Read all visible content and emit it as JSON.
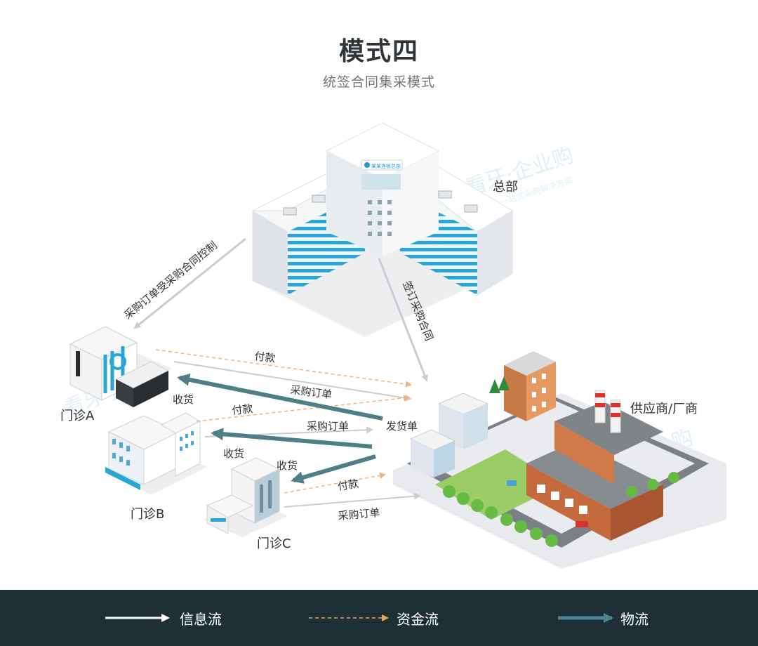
{
  "title": "模式四",
  "subtitle": "统签合同集采模式",
  "watermark": {
    "brand": "看牙·企业购",
    "tagline": "一站式采购解决方案"
  },
  "nodes": {
    "hq": {
      "label": "总部",
      "sign": "某某连锁总部"
    },
    "supplier": {
      "label": "供应商/厂商"
    },
    "clinic_a": {
      "label": "门诊A"
    },
    "clinic_b": {
      "label": "门诊B"
    },
    "clinic_c": {
      "label": "门诊C"
    }
  },
  "flows": {
    "hq_control": "采购订单受采购合同控制",
    "hq_contract": "签订采购合同",
    "a_pay": "付款",
    "a_order": "采购订单",
    "a_receive": "收货",
    "b_pay": "付款",
    "b_order": "采购订单",
    "b_receive": "收货",
    "ship": "发货单",
    "c_receive": "收货",
    "c_pay": "付款",
    "c_order": "采购订单"
  },
  "legend": [
    {
      "label": "信息流",
      "color": "#ffffff",
      "style": "solid"
    },
    {
      "label": "资金流",
      "color": "#e9a65a",
      "style": "dashed"
    },
    {
      "label": "物流",
      "color": "#4f8790",
      "style": "thick"
    }
  ],
  "colors": {
    "info_arrow": "#c9ccd3",
    "money_arrow": "#f0b27a",
    "goods_arrow": "#4f7f86",
    "building_accent": "#2aa6d6",
    "footer_bg": "#1f2f36"
  }
}
